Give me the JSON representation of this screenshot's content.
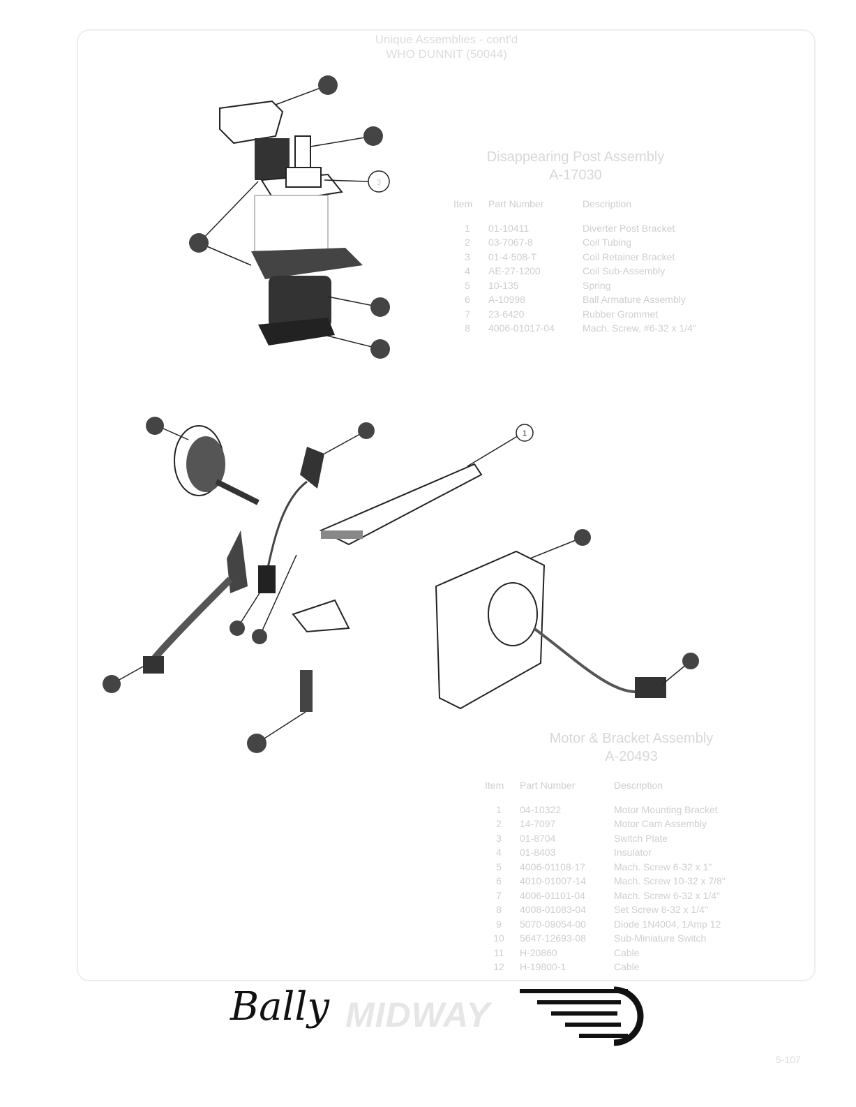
{
  "header": {
    "line1": "Unique Assemblies - cont'd",
    "line2": "WHO DUNNIT (50044)"
  },
  "assembly1": {
    "title": "Disappearing Post Assembly",
    "number": "A-17030",
    "columns": [
      "Item",
      "Part Number",
      "Description"
    ],
    "rows": [
      [
        "1",
        "01-10411",
        "Diverter Post Bracket"
      ],
      [
        "2",
        "03-7067-8",
        "Coil Tubing"
      ],
      [
        "3",
        "01-4-508-T",
        "Coil Retainer Bracket"
      ],
      [
        "4",
        "AE-27-1200",
        "Coil Sub-Assembly"
      ],
      [
        "5",
        "10-135",
        "Spring"
      ],
      [
        "6",
        "A-10998",
        "Ball Armature Assembly"
      ],
      [
        "7",
        "23-6420",
        "Rubber Grommet"
      ],
      [
        "8",
        "4006-01017-04",
        "Mach. Screw, #6-32 x 1/4\""
      ]
    ]
  },
  "assembly2": {
    "title": "Motor & Bracket Assembly",
    "number": "A-20493",
    "columns": [
      "Item",
      "Part Number",
      "Description"
    ],
    "rows": [
      [
        "1",
        "04-10322",
        "Motor Mounting Bracket"
      ],
      [
        "2",
        "14-7097",
        "Motor Cam Assembly"
      ],
      [
        "3",
        "01-8704",
        "Switch Plate"
      ],
      [
        "4",
        "01-8403",
        "Insulator"
      ],
      [
        "5",
        "4006-01108-17",
        "Mach. Screw 6-32 x 1\""
      ],
      [
        "6",
        "4010-01007-14",
        "Mach. Screw 10-32 x 7/8\""
      ],
      [
        "7",
        "4006-01101-04",
        "Mach. Screw 6-32 x 1/4\""
      ],
      [
        "8",
        "4008-01083-04",
        "Set Screw 8-32 x 1/4\""
      ],
      [
        "9",
        "5070-09054-00",
        "Diode 1N4004, 1Amp 12"
      ],
      [
        "10",
        "5647-12693-08",
        "Sub-Miniature Switch"
      ],
      [
        "11",
        "H-20860",
        "Cable"
      ],
      [
        "12",
        "H-19800-1",
        "Cable"
      ]
    ]
  },
  "callouts": {
    "top_open": "3",
    "bottom_open": "1"
  },
  "footer": {
    "brand1": "Bally",
    "brand2": "MIDWAY",
    "page": "5-107"
  }
}
